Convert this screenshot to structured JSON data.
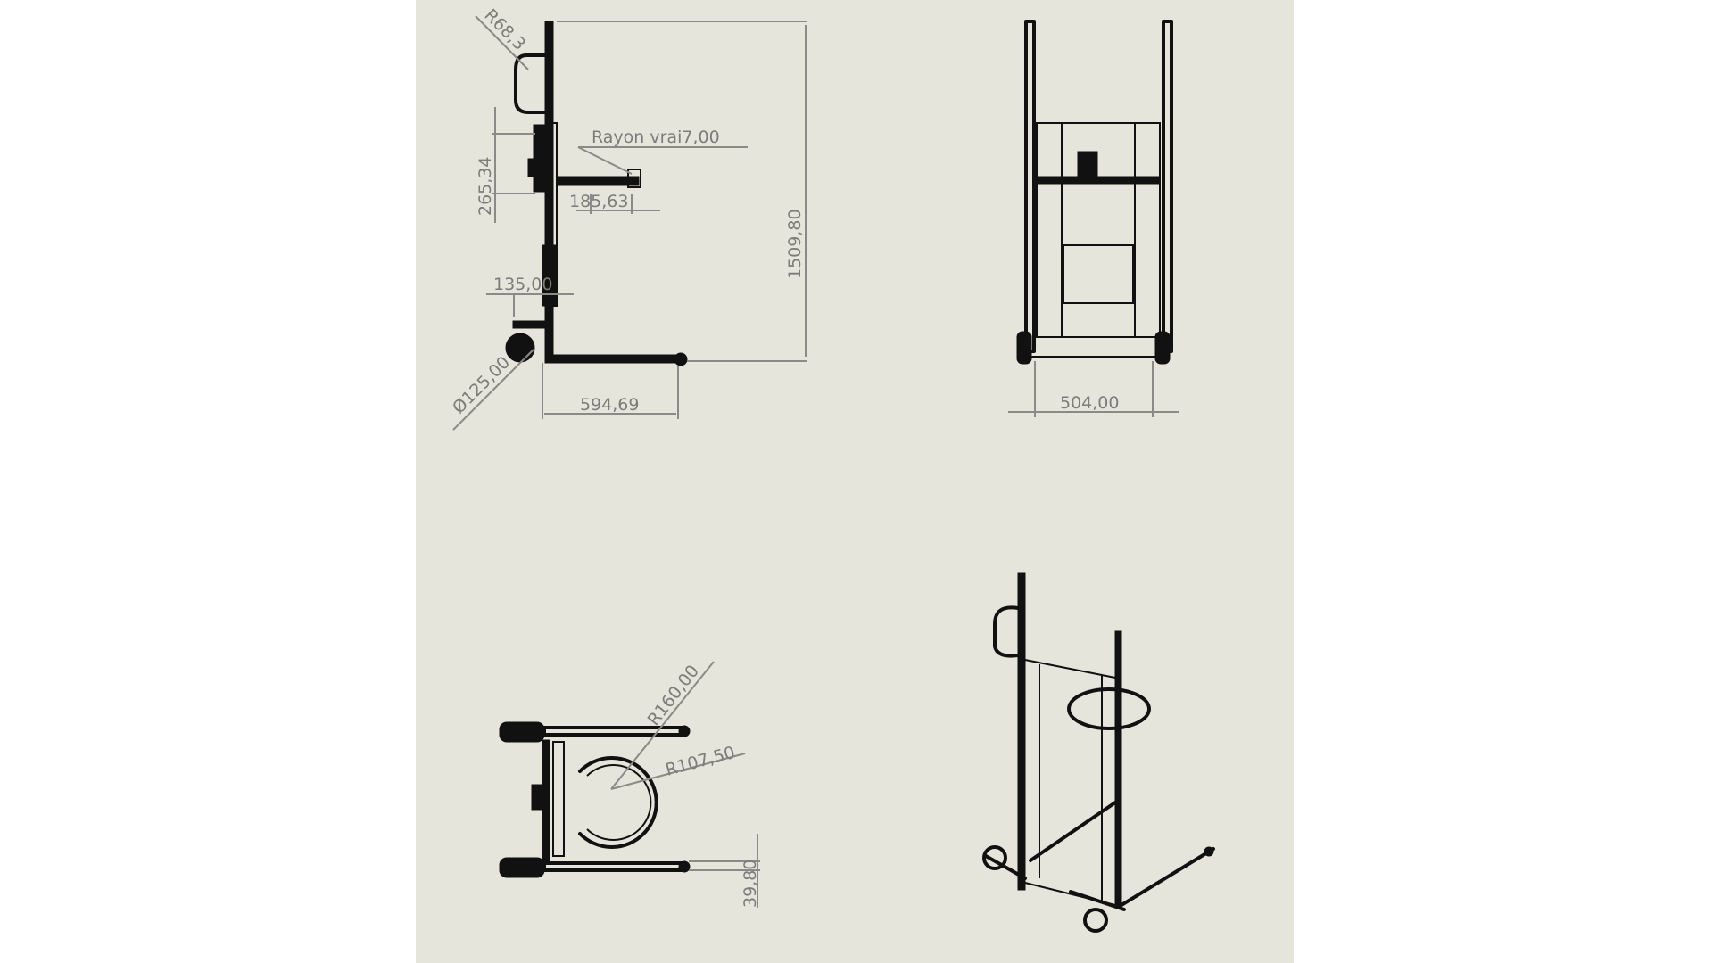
{
  "sheet": {
    "background": "#e6e5dc",
    "line_color": "#111111",
    "dimension_color": "#8a8a86"
  },
  "views": {
    "side": {
      "dimensions": {
        "handle_radius": "R68,3",
        "true_radius": "Rayon vrai7,00",
        "height_265": "265,34",
        "offset_185": "185,63",
        "total_height": "1509,80",
        "width_135": "135,00",
        "wheel_diameter": "Ø125,00",
        "fork_length": "594,69"
      }
    },
    "front": {
      "dimensions": {
        "width": "504,00"
      }
    },
    "top": {
      "dimensions": {
        "outer_radius": "R160,00",
        "inner_radius": "R107,50",
        "fork_width": "39,80"
      }
    },
    "isometric": {}
  }
}
